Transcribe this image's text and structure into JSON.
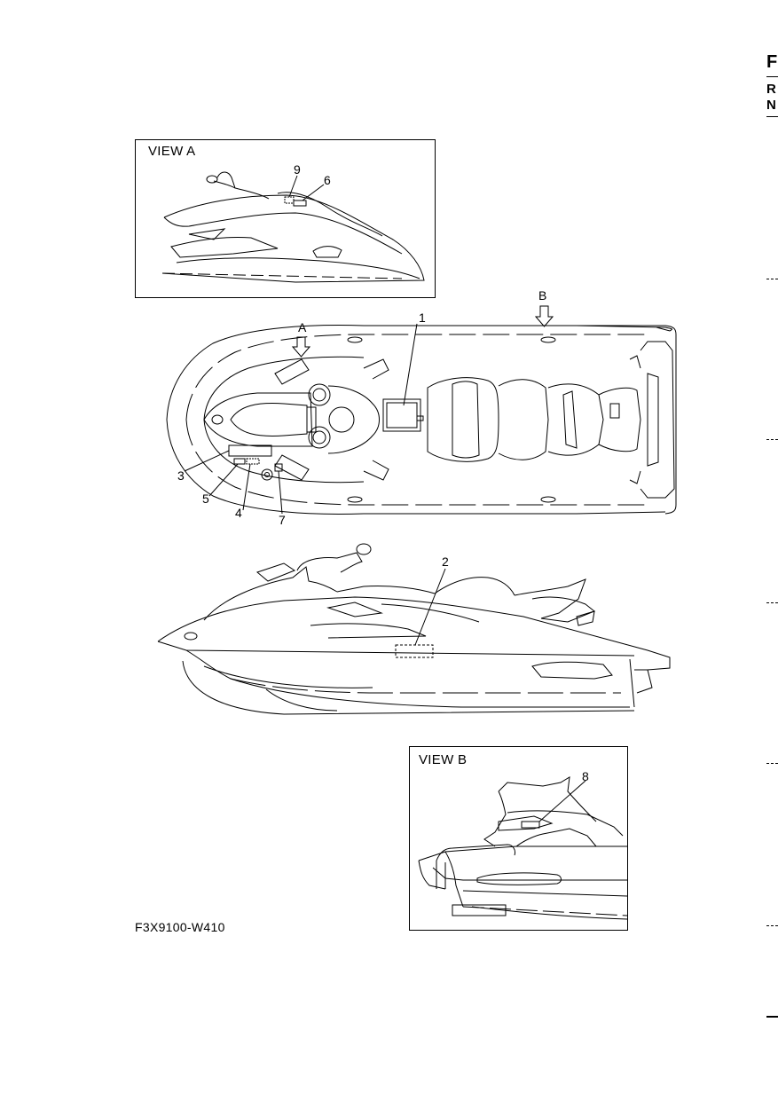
{
  "side_tab": {
    "letters": [
      "F",
      "R",
      "N"
    ]
  },
  "view_a": {
    "title": "VIEW A",
    "callouts": [
      "9",
      "6"
    ]
  },
  "top_view": {
    "callouts": [
      "1",
      "3",
      "5",
      "4",
      "7"
    ],
    "arrow_a_label": "A",
    "arrow_b_label": "B"
  },
  "side_view": {
    "callouts": [
      "2"
    ]
  },
  "view_b": {
    "title": "VIEW B",
    "callouts": [
      "8"
    ]
  },
  "figure_code": "F3X9100-W410"
}
